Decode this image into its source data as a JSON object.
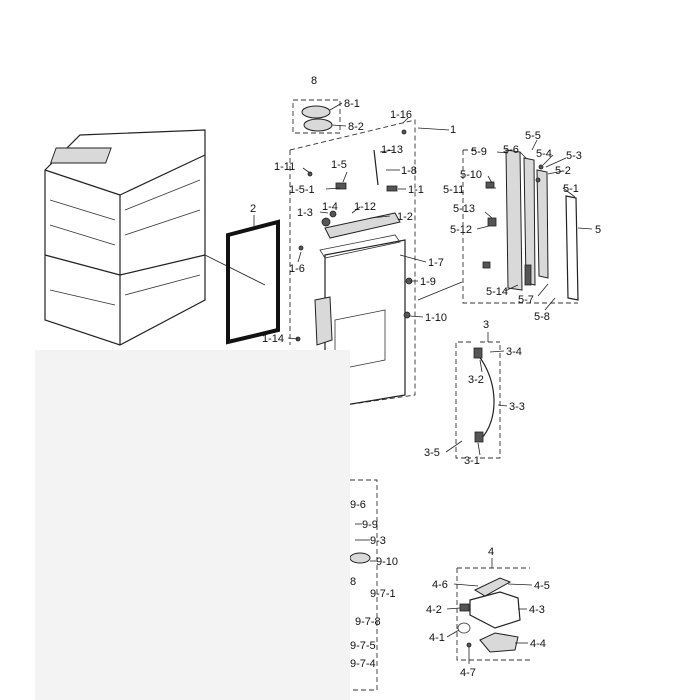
{
  "labels": {
    "l8": "8",
    "l8_1": "8-1",
    "l8_2": "8-2",
    "l1_16": "1-16",
    "l1": "1",
    "l1_13": "1-13",
    "l1_11": "1-11",
    "l1_5": "1-5",
    "l1_8": "1-8",
    "l1_5_1": "1-5-1",
    "l1_1": "1-1",
    "l2": "2",
    "l1_3": "1-3",
    "l1_4": "1-4",
    "l1_12": "1-12",
    "l1_2": "1-2",
    "l1_6": "1-6",
    "l1_7": "1-7",
    "l1_9": "1-9",
    "l1_10": "1-10",
    "l1_14": "1-14",
    "l5_5": "5-5",
    "l5_9": "5-9",
    "l5_6": "5-6",
    "l5_4": "5-4",
    "l5_3": "5-3",
    "l5_2": "5-2",
    "l5_10": "5-10",
    "l5_1": "5-1",
    "l5_11": "5-11",
    "l5_13": "5-13",
    "l5": "5",
    "l5_12": "5-12",
    "l5_14": "5-14",
    "l5_7": "5-7",
    "l5_8": "5-8",
    "l3": "3",
    "l3_4": "3-4",
    "l3_2": "3-2",
    "l3_3": "3-3",
    "l3_5": "3-5",
    "l3_1": "3-1",
    "l9_6": "9-6",
    "l9_9": "9-9",
    "l9_3": "9-3",
    "l9_10": "9-10",
    "l9_8frag": "8",
    "l9_7_1": "9-7-1",
    "l9_7_8": "9-7-8",
    "l9_7_5": "9-7-5",
    "l9_7_4": "9-7-4",
    "l4": "4",
    "l4_6": "4-6",
    "l4_5": "4-5",
    "l4_2": "4-2",
    "l4_3": "4-3",
    "l4_1": "4-1",
    "l4_4": "4-4",
    "l4_7": "4-7"
  }
}
